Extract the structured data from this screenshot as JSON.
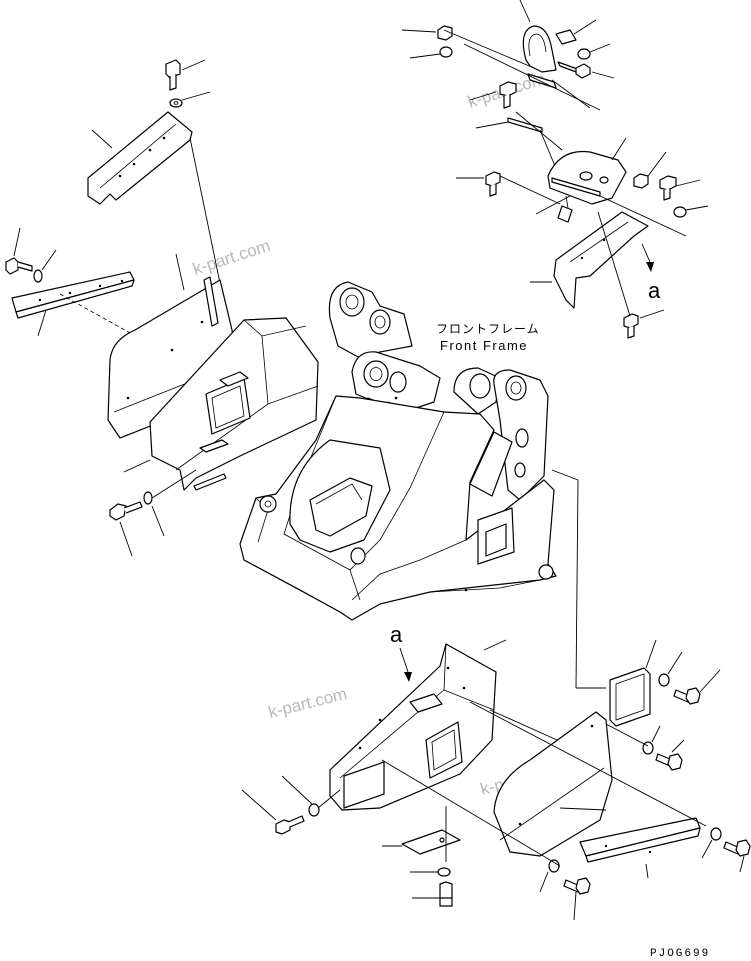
{
  "callout": {
    "japanese": "フロントフレーム",
    "english": "Front Frame"
  },
  "markers": {
    "upper": "a",
    "lower": "a"
  },
  "watermarks": [
    "k-part.com",
    "k-part.com",
    "k-part.com",
    "k-part.com"
  ],
  "drawing_code": "PJOG699"
}
